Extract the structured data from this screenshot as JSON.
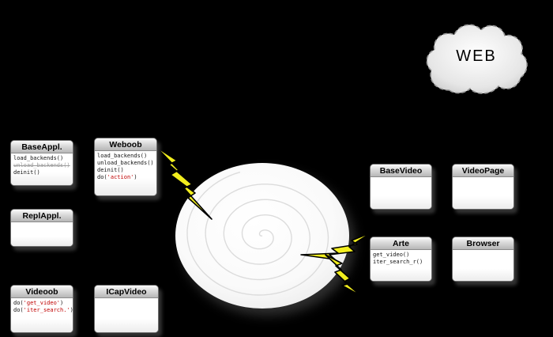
{
  "cloud": {
    "label": "WEB"
  },
  "colors": {
    "background": "#000000",
    "accent_red": "#c00000",
    "bolt_yellow": "#f2ee1e",
    "box_header_gray": "#c0c0c0"
  },
  "classes": [
    {
      "key": "baseappl",
      "title": "BaseAppl.",
      "methods": [
        [
          {
            "t": "load_backends()",
            "c": "normal"
          }
        ],
        [
          {
            "t": "unload_backends()",
            "c": "muted-strike"
          }
        ],
        [
          {
            "t": "deinit()",
            "c": "normal"
          }
        ]
      ]
    },
    {
      "key": "weboob",
      "title": "Weboob",
      "methods": [
        [
          {
            "t": "load_backends()",
            "c": "normal"
          }
        ],
        [
          {
            "t": "unload_backends()",
            "c": "normal"
          }
        ],
        [
          {
            "t": "deinit()",
            "c": "normal"
          }
        ],
        [
          {
            "t": "do(",
            "c": "normal"
          },
          {
            "t": "'action'",
            "c": "red"
          },
          {
            "t": ")",
            "c": "normal"
          }
        ]
      ]
    },
    {
      "key": "replappl",
      "title": "ReplAppl.",
      "methods": []
    },
    {
      "key": "videoob",
      "title": "Videoob",
      "methods": [
        [
          {
            "t": "do(",
            "c": "normal"
          },
          {
            "t": "'get_video'",
            "c": "red"
          },
          {
            "t": ")",
            "c": "normal"
          }
        ],
        [
          {
            "t": "do(",
            "c": "normal"
          },
          {
            "t": "'iter_search.'",
            "c": "red"
          },
          {
            "t": ")",
            "c": "normal"
          }
        ]
      ]
    },
    {
      "key": "icapvideo",
      "title": "ICapVideo",
      "methods": []
    },
    {
      "key": "basevideo",
      "title": "BaseVideo",
      "methods": []
    },
    {
      "key": "videopage",
      "title": "VideoPage",
      "methods": []
    },
    {
      "key": "arte",
      "title": "Arte",
      "methods": [
        [
          {
            "t": "get_video()",
            "c": "normal"
          }
        ],
        [
          {
            "t": "iter_search_r()",
            "c": "normal"
          }
        ]
      ]
    },
    {
      "key": "browser",
      "title": "Browser",
      "methods": []
    }
  ]
}
